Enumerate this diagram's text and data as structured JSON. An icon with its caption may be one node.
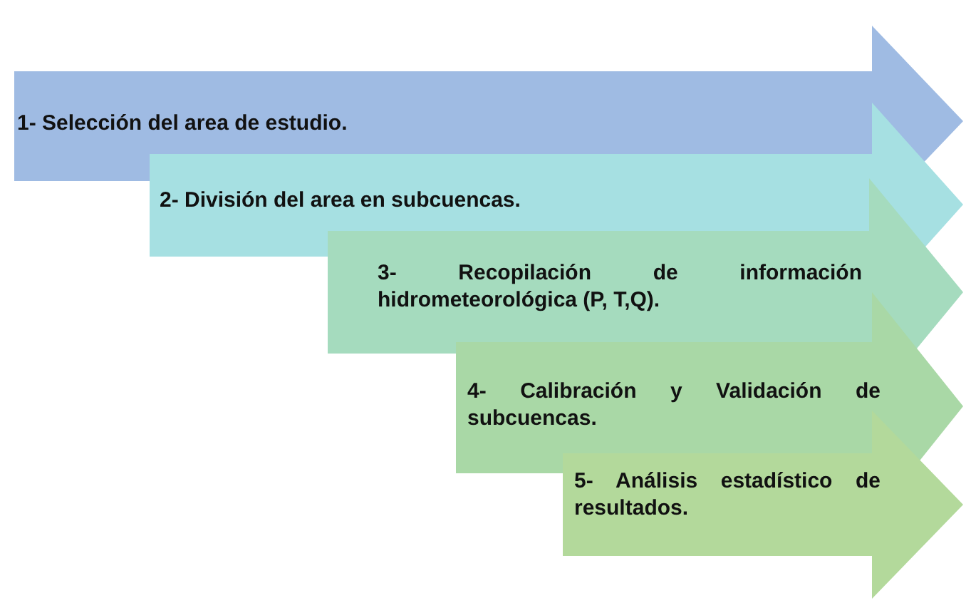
{
  "diagram": {
    "nodes": [
      {
        "text": [
          "1- Selección del area de estudio."
        ]
      },
      {
        "text": [
          "2- División del area en subcuencas."
        ]
      },
      {
        "text": [
          "3- Recopilación de información hidrometeorológica (P, T,Q)."
        ]
      },
      {
        "text": [
          "4- Calibración y Validación de subcuencas."
        ]
      },
      {
        "text": [
          "5- Análisis estadístico de resultados."
        ]
      }
    ]
  }
}
